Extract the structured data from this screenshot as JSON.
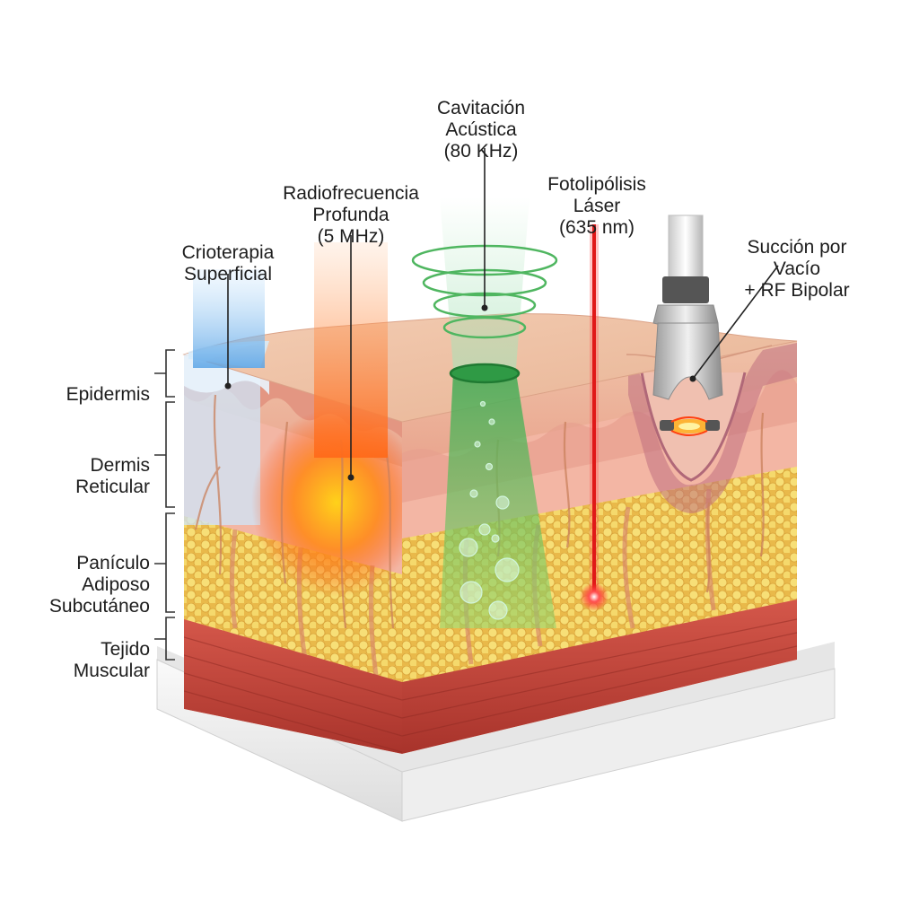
{
  "layers": {
    "epidermis": "Epidermis",
    "dermis": [
      "Dermis",
      "Reticular"
    ],
    "adipose": [
      "Panículo",
      "Adiposo",
      "Subcutáneo"
    ],
    "muscle": [
      "Tejido",
      "Muscular"
    ]
  },
  "treatments": {
    "cryo": [
      "Crioterapia",
      "Superficial"
    ],
    "rf": [
      "Radiofrecuencia",
      "Profunda",
      "(5 MHz)"
    ],
    "cavitation": [
      "Cavitación",
      "Acústica",
      "(80 KHz)"
    ],
    "laser": [
      "Fotolipólisis",
      "Láser",
      "(635 nm)"
    ],
    "vacuum": [
      "Succión por Vacío",
      "+ RF Bipolar"
    ]
  },
  "colors": {
    "cryo": "#7fb8e8",
    "rf": "#ff6a1a",
    "cavitation": "#3faa55",
    "laser": "#e01818",
    "fat": "#f2d15a",
    "muscle": "#c0433a",
    "dermis": "#f3b6a4",
    "epidermis": "#e9a58e"
  }
}
